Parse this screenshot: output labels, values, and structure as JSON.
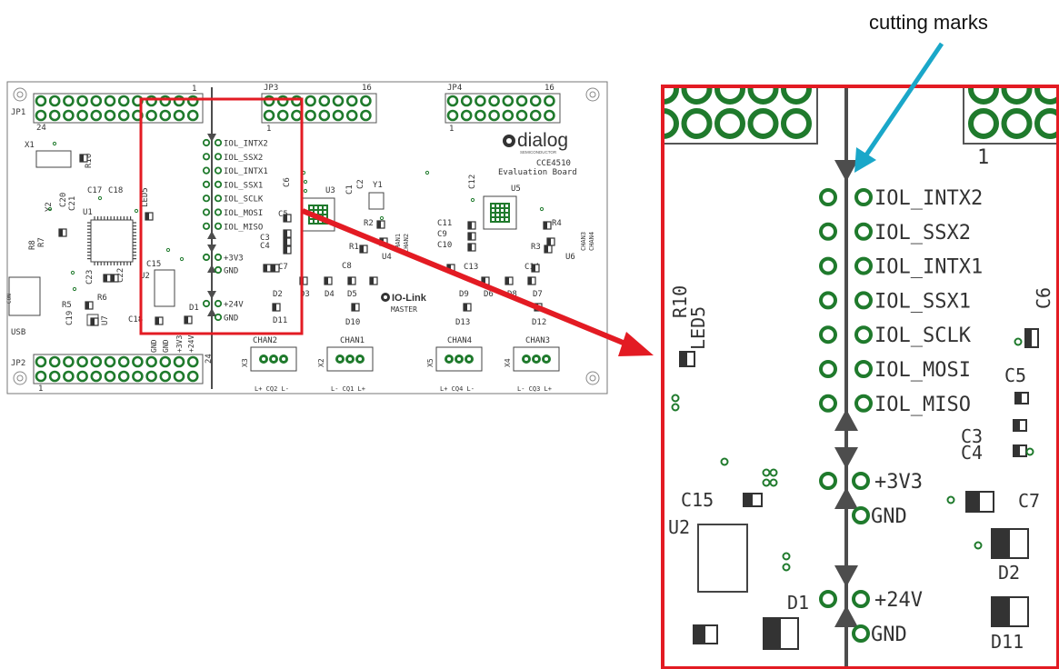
{
  "annotation": {
    "label": "cutting marks"
  },
  "board": {
    "brand": "dialog",
    "brand_sub": "SEMICONDUCTOR",
    "model": "CCE4510",
    "subtitle": "Evaluation Board",
    "iolink_logo": "IO-Link",
    "iolink_sub": "MASTER",
    "headers": {
      "jp1": "JP1",
      "jp1_left": "24",
      "jp1_right": "1",
      "jp3": "JP3",
      "jp3_right": "16",
      "jp3_bottom": "1",
      "jp4": "JP4",
      "jp4_right": "16",
      "jp4_bottom": "1",
      "jp2": "JP2",
      "jp2_left": "1",
      "jp2_right": "24"
    },
    "signals": [
      "IOL_INTX2",
      "IOL_SSX2",
      "IOL_INTX1",
      "IOL_SSX1",
      "IOL_SCLK",
      "IOL_MOSI",
      "IOL_MISO"
    ],
    "power": [
      "+3V3",
      "GND",
      "+24V",
      "GND"
    ],
    "left_labels": [
      "X1",
      "R10",
      "LED5",
      "Y2",
      "C20",
      "C21",
      "U1",
      "C17",
      "C18",
      "R8",
      "R7",
      "R5",
      "C23",
      "R6",
      "C22",
      "C19",
      "U7",
      "C15",
      "U2",
      "C18",
      "D1",
      "USB",
      "CON"
    ],
    "mid_labels": [
      "C6",
      "C5",
      "C3",
      "C4",
      "C7",
      "U3",
      "C1",
      "C2",
      "Y1",
      "R2",
      "R1",
      "U4",
      "C8",
      "D2",
      "D3",
      "D4",
      "D5",
      "D11",
      "D10",
      "CHAN1",
      "CHAN2"
    ],
    "right_labels": [
      "C12",
      "U5",
      "C11",
      "C9",
      "C10",
      "R4",
      "R3",
      "U6",
      "CHAN3",
      "CHAN4",
      "C13",
      "C14",
      "D9",
      "D6",
      "D8",
      "D7",
      "D13",
      "D12"
    ],
    "jp2_pin_labels": [
      "GND",
      "GND",
      "+3V3",
      "+24V"
    ],
    "connectors": [
      {
        "name": "CHAN2",
        "ref": "X3",
        "pins": "L+  CQ2  L-"
      },
      {
        "name": "CHAN1",
        "ref": "X2",
        "pins": "L-  CQ1  L+"
      },
      {
        "name": "CHAN4",
        "ref": "X5",
        "pins": "L+  CQ4  L-"
      },
      {
        "name": "CHAN3",
        "ref": "X4",
        "pins": "L-  CQ3  L+"
      }
    ]
  },
  "zoom": {
    "signals": [
      "IOL_INTX2",
      "IOL_SSX2",
      "IOL_INTX1",
      "IOL_SSX1",
      "IOL_SCLK",
      "IOL_MOSI",
      "IOL_MISO"
    ],
    "power": [
      "+3V3",
      "GND",
      "+24V",
      "GND"
    ],
    "header_bottom_label": "1",
    "labels": {
      "r10": "R10",
      "led5": "LED5",
      "c6": "C6",
      "c5": "C5",
      "c3": "C3",
      "c4": "C4",
      "c15": "C15",
      "u2": "U2",
      "c7": "C7",
      "d2": "D2",
      "d1": "D1",
      "d11": "D11"
    }
  },
  "colors": {
    "frame": "#e31b23",
    "arrow_cyan": "#1aa7c9",
    "pad": "#1f7a2c",
    "line": "#4d4d4d"
  }
}
